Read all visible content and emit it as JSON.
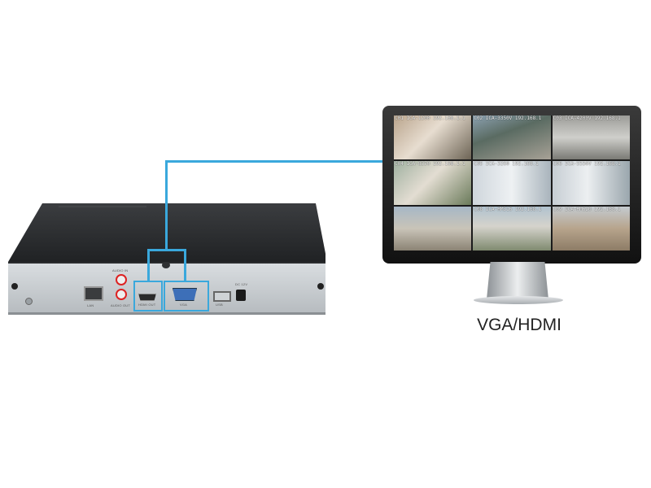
{
  "device": {
    "ports": {
      "audio_in": "AUDIO IN",
      "lan": "LAN",
      "audio_out": "AUDIO OUT",
      "hdmi": "HDMI OUT",
      "vga": "VGA",
      "usb": "USB",
      "dc": "DC 12V"
    }
  },
  "monitor": {
    "cameras": [
      {
        "label": "C01 ICA-1200 192.168.1.1"
      },
      {
        "label": "C02 ICA-3350V 192.168.1"
      },
      {
        "label": "C03 ICA-4200V 192.168.1"
      },
      {
        "label": "C04 ICA-8350 192.168.1.1"
      },
      {
        "label": "C05 ICA-3260 192.168.1"
      },
      {
        "label": "C06 ICA-5550V 192.168.1"
      },
      {
        "label": ""
      },
      {
        "label": "C08 ICA-HM316 192.168.1"
      },
      {
        "label": "C09 ICA-HM620 192.168.1"
      }
    ]
  },
  "caption": "VGA/HDMI",
  "colors": {
    "connector": "#3aa8dc",
    "device_top": "#2c2e30",
    "device_back": "#c9cdd0"
  }
}
